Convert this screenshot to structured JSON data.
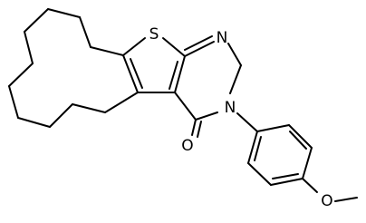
{
  "molecule": {
    "atom_labels": {
      "sulfur": "S",
      "ring_nitrogen": "N",
      "amide_nitrogen": "N",
      "carbonyl_oxygen": "O",
      "methoxy_oxygen": "O"
    },
    "bond_color": "#000000",
    "background_color": "#ffffff"
  }
}
